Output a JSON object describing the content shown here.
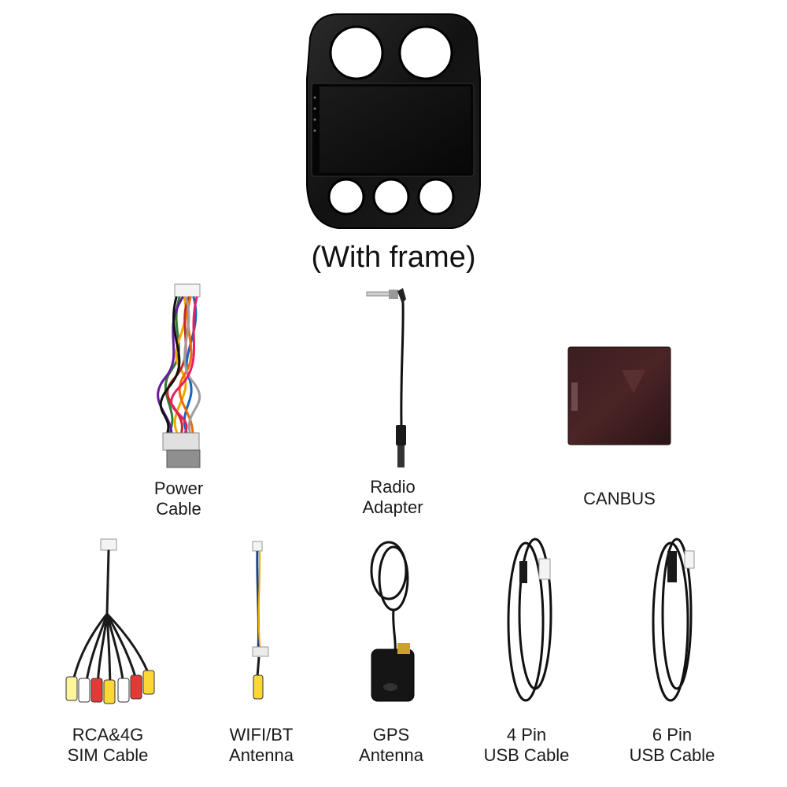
{
  "head_unit": {
    "caption": "(With frame)"
  },
  "items": [
    {
      "id": "power-cable",
      "lines": [
        "Power",
        "Cable"
      ]
    },
    {
      "id": "radio-adapter",
      "lines": [
        "Radio",
        "Adapter"
      ]
    },
    {
      "id": "canbus",
      "lines": [
        "CANBUS"
      ]
    },
    {
      "id": "rca-4g-sim-cable",
      "lines": [
        "RCA&4G",
        "SIM Cable"
      ]
    },
    {
      "id": "wifi-bt-antenna",
      "lines": [
        "WIFI/BT",
        "Antenna"
      ]
    },
    {
      "id": "gps-antenna",
      "lines": [
        "GPS",
        "Antenna"
      ]
    },
    {
      "id": "usb-cable-4pin",
      "lines": [
        "4 Pin",
        "USB Cable"
      ]
    },
    {
      "id": "usb-cable-6pin",
      "lines": [
        "6 Pin",
        "USB Cable"
      ]
    }
  ]
}
